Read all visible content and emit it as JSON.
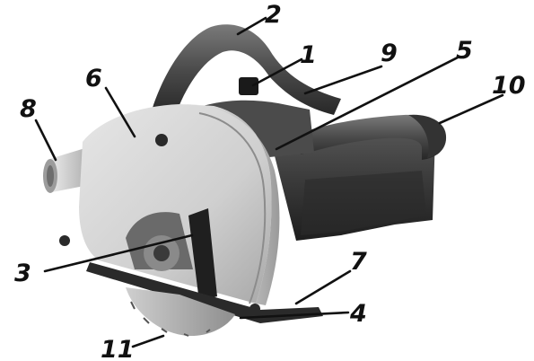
{
  "callouts": [
    {
      "id": "c1",
      "label": "1"
    },
    {
      "id": "c2",
      "label": "2"
    },
    {
      "id": "c3",
      "label": "3"
    },
    {
      "id": "c4",
      "label": "4"
    },
    {
      "id": "c5",
      "label": "5"
    },
    {
      "id": "c6",
      "label": "6"
    },
    {
      "id": "c7",
      "label": "7"
    },
    {
      "id": "c8",
      "label": "8"
    },
    {
      "id": "c9",
      "label": "9"
    },
    {
      "id": "c10",
      "label": "10"
    },
    {
      "id": "c11",
      "label": "11"
    }
  ]
}
